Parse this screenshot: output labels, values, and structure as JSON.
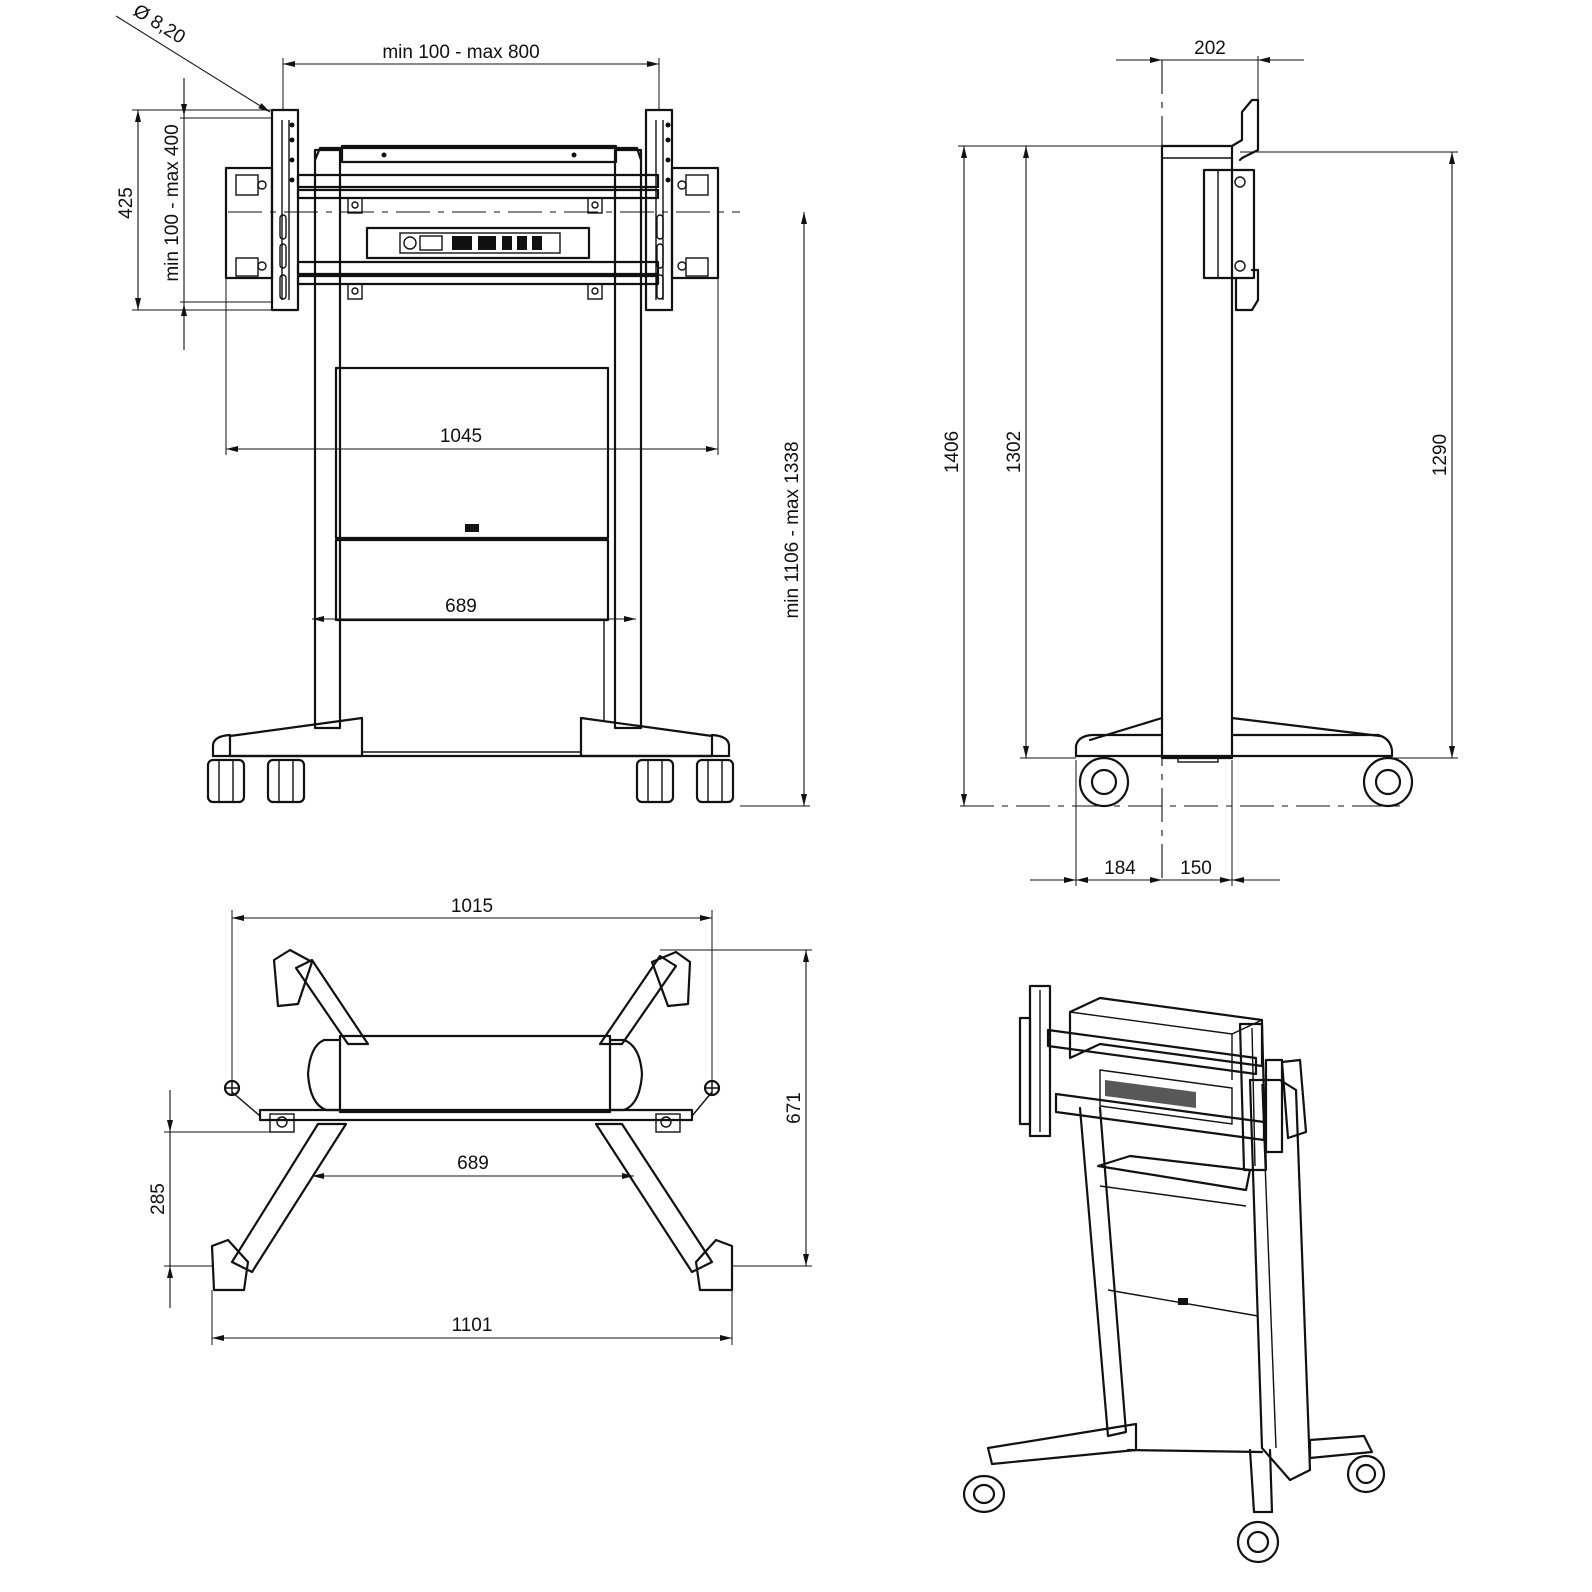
{
  "front_view": {
    "hole_diameter": "Ø 8,20",
    "vesa_width": "min 100 - max 800",
    "bracket_height": "425",
    "vesa_height": "min 100 - max 400",
    "frame_width": "1045",
    "column_spacing": "689",
    "mount_height": "min 1106 - max 1338"
  },
  "side_view": {
    "bracket_depth": "202",
    "total_height": "1406",
    "column_height": "1302",
    "bracket_center_height": "1290",
    "base_front": "184",
    "base_rear": "150"
  },
  "top_view": {
    "base_width_inner": "1015",
    "depth": "671",
    "column_spacing": "689",
    "front_offset": "285",
    "base_width_outer": "1101"
  }
}
